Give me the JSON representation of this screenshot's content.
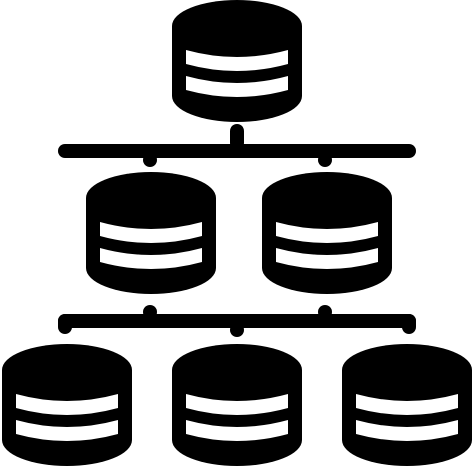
{
  "icon": {
    "name": "database-network-icon",
    "foreground": "#000000",
    "background": "#ffffff",
    "tiers": [
      1,
      2,
      3
    ]
  }
}
